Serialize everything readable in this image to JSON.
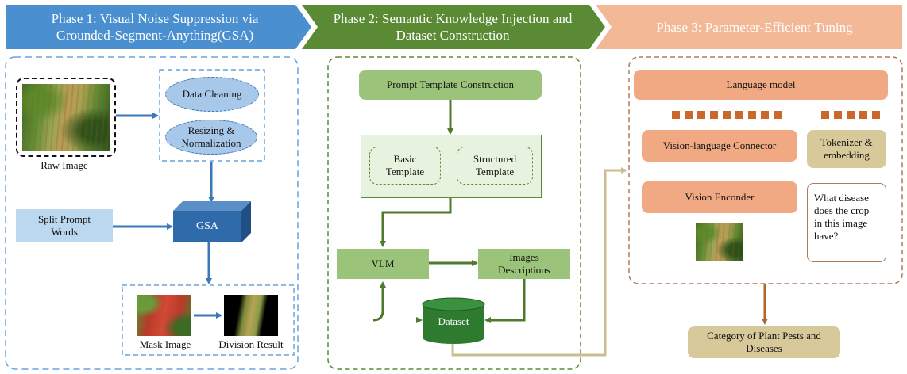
{
  "phases": {
    "phase1": "Phase 1: Visual Noise Suppression via Grounded-Segment-Anything(GSA)",
    "phase2": "Phase 2: Semantic Knowledge Injection and Dataset Construction",
    "phase3": "Phase 3: Parameter-Efficient Tuning"
  },
  "phase1": {
    "raw_image_label": "Raw Image",
    "data_cleaning": "Data Cleaning",
    "resizing": "Resizing & Normalization",
    "split_prompt": "Split Prompt Words",
    "gsa": "GSA",
    "mask_image_label": "Mask Image",
    "division_result_label": "Division Result"
  },
  "phase2": {
    "prompt_template": "Prompt Template Construction",
    "basic_template": "Basic Template",
    "structured_template": "Structured Template",
    "vlm": "VLM",
    "images_descriptions": "Images Descriptions",
    "dataset": "Dataset"
  },
  "phase3": {
    "language_model": "Language model",
    "vision_language_connector": "Vision-language Connector",
    "tokenizer": "Tokenizer & embedding",
    "vision_encoder": "Vision Enconder",
    "question": "What disease does the crop in this image have?",
    "output": "Category of Plant Pests and Diseases"
  },
  "colors": {
    "phase1_blue": "#4a8fd0",
    "phase2_green": "#5b8a34",
    "phase3_orange": "#f0b08a",
    "box_green": "#9bc47a",
    "box_orange": "#f0a983",
    "box_tan": "#d8c99a"
  }
}
